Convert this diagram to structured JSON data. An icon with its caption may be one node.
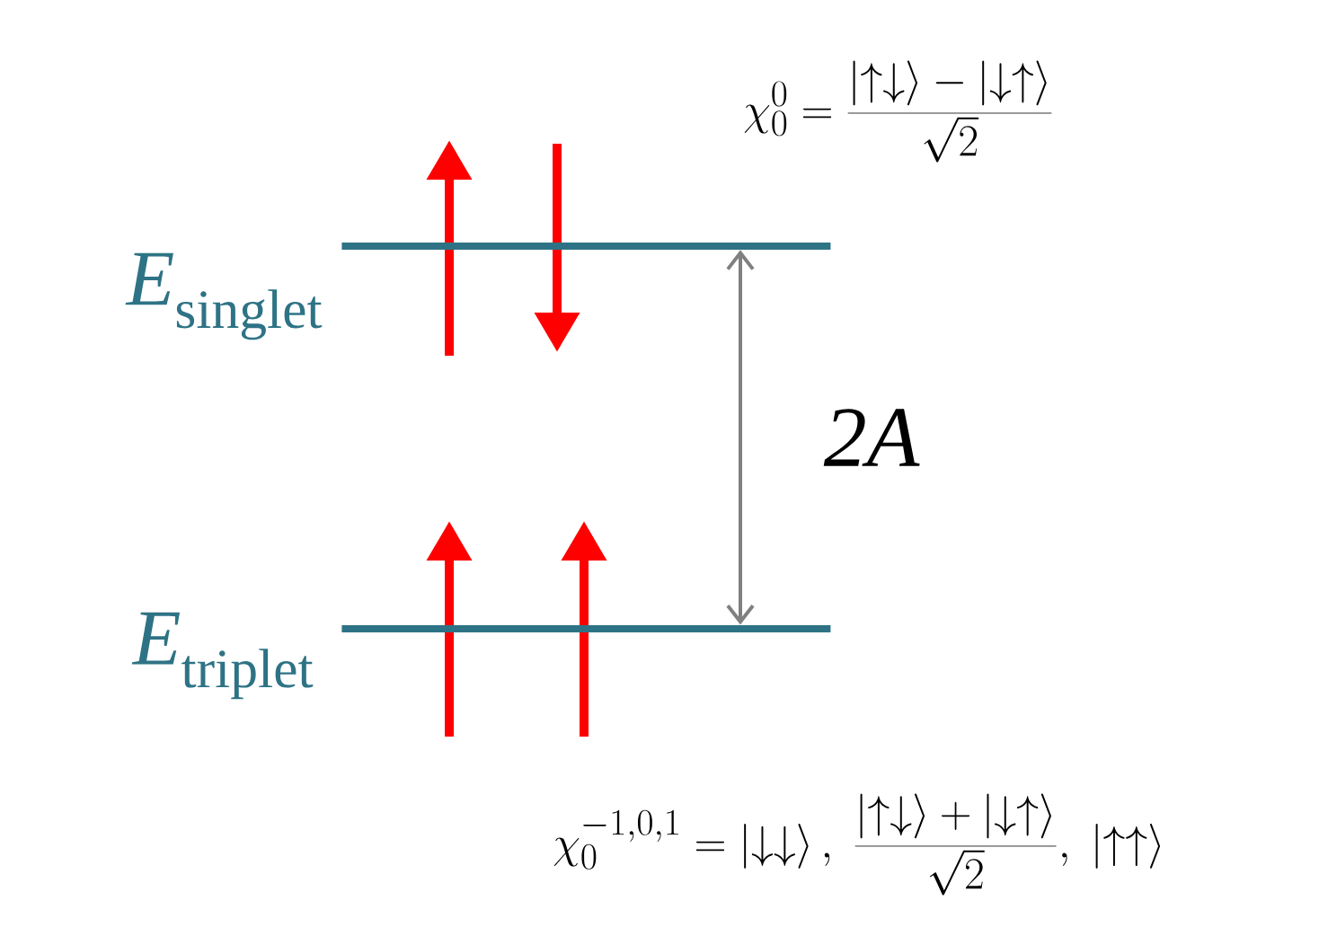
{
  "diagram": {
    "nodes": [
      {
        "text": [
          "*E*$_{singlet}$"
        ]
      },
      {
        "text": [
          "*E*$_{triplet}$"
        ]
      }
    ],
    "edges": [
      {
        "from": 0,
        "to": 1,
        "arrow": "both",
        "label": "2A",
        "color": "#808080"
      }
    ],
    "labels": [
      "\\chi_0^0=\\frac{\\left|\\uparrow\\downarrow\\right\\rangle-\\left|\\downarrow\\uparrow\\right\\rangle}{\\sqrt{2}}",
      "\\chi_0^{-1,0,1}=\\left|\\downarrow\\downarrow\\right\\rangle,\\ \\frac{\\left|\\uparrow\\downarrow\\right\\rangle+\\left|\\downarrow\\uparrow\\right\\rangle}{\\sqrt{2}},\\ \\left|\\uparrow\\uparrow\\right\\rangle"
    ]
  }
}
